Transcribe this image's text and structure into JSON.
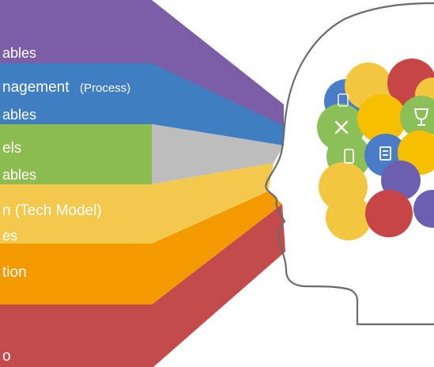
{
  "figure": {
    "bands": [
      {
        "id": "purple",
        "color": "#7c5ea7",
        "lines": [
          "ables"
        ]
      },
      {
        "id": "blue",
        "color": "#3e7ec1",
        "lines": [
          "nagement",
          "(Process)",
          "ables"
        ]
      },
      {
        "id": "green",
        "color": "#8cbc4f",
        "lines": [
          "els",
          "ables"
        ]
      },
      {
        "id": "yellow",
        "color": "#f3c94d",
        "lines": [
          "n (Tech Model)",
          "es"
        ]
      },
      {
        "id": "orange",
        "color": "#f39a00",
        "lines": [
          "tion"
        ]
      },
      {
        "id": "red",
        "color": "#c44b4b",
        "lines": [
          "o"
        ]
      }
    ],
    "head_outline_color": "#666666",
    "bubble_colors": {
      "purple": "#6c5fb0",
      "blue": "#4b7cc8",
      "green": "#8bbf58",
      "yellow": "#f3c63f",
      "red": "#c74546",
      "gold": "#f6c000"
    },
    "icons": [
      "scissors-icon",
      "phone-icon",
      "document-icon",
      "trophy-icon"
    ]
  }
}
